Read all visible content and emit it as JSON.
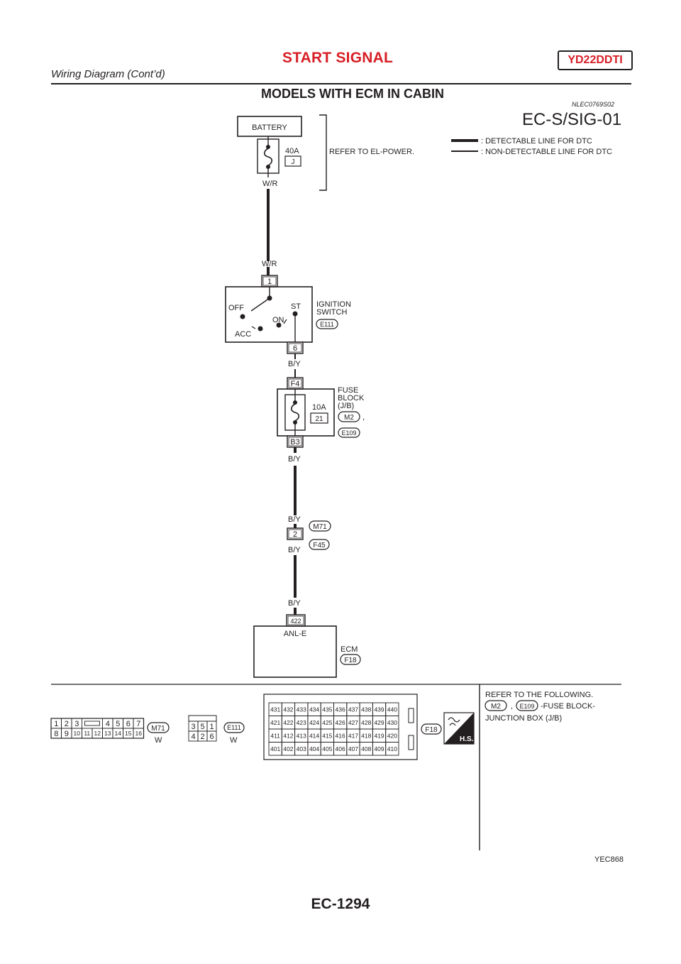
{
  "header": {
    "title": "START SIGNAL",
    "engine_badge": "YD22DDTI",
    "subtitle": "Wiring Diagram (Cont’d)"
  },
  "section": {
    "title": "MODELS WITH ECM IN CABIN",
    "ref": "NLEC0769S02"
  },
  "diagram": {
    "id": "EC-S/SIG-01",
    "legend": {
      "detectable": ": DETECTABLE LINE FOR DTC",
      "non_detectable": ": NON-DETECTABLE LINE FOR DTC"
    },
    "battery": {
      "label": "BATTERY",
      "fuse_amp": "40A",
      "fuse_id": "J",
      "wire": "W/R",
      "refer": "REFER TO EL-POWER."
    },
    "ignition": {
      "wire_in": "W/R",
      "pin_in": "1",
      "name_line1": "IGNITION",
      "name_line2": "SWITCH",
      "connector": "E111",
      "pos_off": "OFF",
      "pos_acc": "ACC",
      "pos_on": "ON",
      "pos_st": "ST",
      "pin_out": "6",
      "wire_out": "B/Y"
    },
    "fuse_block": {
      "pin_in": "F4",
      "name_line1": "FUSE",
      "name_line2": "BLOCK",
      "name_line3": "(J/B)",
      "connector1": "M2",
      "sep": ",",
      "connector2": "E109",
      "fuse_amp": "10A",
      "fuse_no": "21",
      "pin_out": "B3",
      "wire_out": "B/Y"
    },
    "joint": {
      "wire_top": "B/Y",
      "pin": "2",
      "connector1": "M71",
      "connector2": "F45",
      "wire_bottom": "B/Y"
    },
    "ecm": {
      "wire": "B/Y",
      "pin": "422",
      "terminal": "ANL-E",
      "name": "ECM",
      "connector": "F18"
    }
  },
  "connectors": {
    "m71": {
      "row1": [
        "1",
        "2",
        "3",
        "",
        "4",
        "5",
        "6",
        "7"
      ],
      "row2": [
        "8",
        "9",
        "10",
        "11",
        "12",
        "13",
        "14",
        "15",
        "16"
      ],
      "label": "M71",
      "color": "W"
    },
    "e111": {
      "row1": [
        "3",
        "5",
        "1"
      ],
      "row2": [
        "4",
        "2",
        "6"
      ],
      "label": "E111",
      "color": "W"
    },
    "f18": {
      "rows": [
        [
          "431",
          "432",
          "433",
          "434",
          "435",
          "436",
          "437",
          "438",
          "439",
          "440"
        ],
        [
          "421",
          "422",
          "423",
          "424",
          "425",
          "426",
          "427",
          "428",
          "429",
          "430"
        ],
        [
          "411",
          "412",
          "413",
          "414",
          "415",
          "416",
          "417",
          "418",
          "419",
          "420"
        ],
        [
          "401",
          "402",
          "403",
          "404",
          "405",
          "406",
          "407",
          "408",
          "409",
          "410"
        ]
      ],
      "label": "F18",
      "hs": "H.S."
    },
    "refer": {
      "line1": "REFER TO THE FOLLOWING.",
      "c1": "M2",
      "sep": ",",
      "c2": "E109",
      "line2_tail": "-FUSE BLOCK-",
      "line3": "JUNCTION BOX (J/B)"
    }
  },
  "figure_code": "YEC868",
  "page_number": "EC-1294"
}
